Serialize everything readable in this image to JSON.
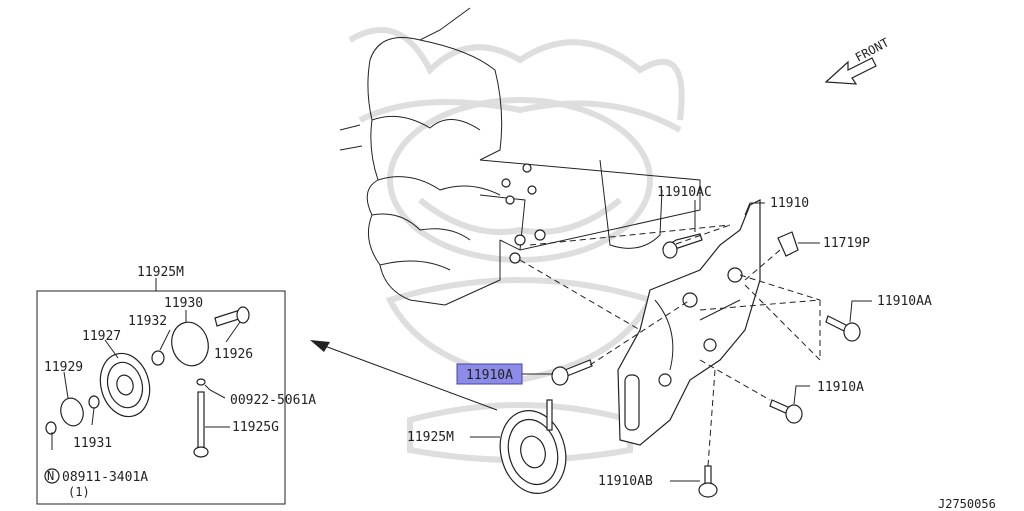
{
  "diagram": {
    "front_label": "FRONT",
    "figure_code": "J2750056",
    "callouts": {
      "group_title": "11925M",
      "p11930": "11930",
      "p11932": "11932",
      "p11927": "11927",
      "p11926": "11926",
      "p11929": "11929",
      "p11931": "11931",
      "nut_ref": "08911-3401A",
      "nut_qty": "(1)",
      "p00922": "00922-5061A",
      "p11925G": "11925G",
      "p11925M": "11925M",
      "p11910AC": "11910AC",
      "p11910": "11910",
      "p11719P": "11719P",
      "p11910AA": "11910AA",
      "p11910A_highlight": "11910A",
      "p11910A": "11910A",
      "p11910AB": "11910AB"
    },
    "highlight_color": "#8c8ce8"
  }
}
